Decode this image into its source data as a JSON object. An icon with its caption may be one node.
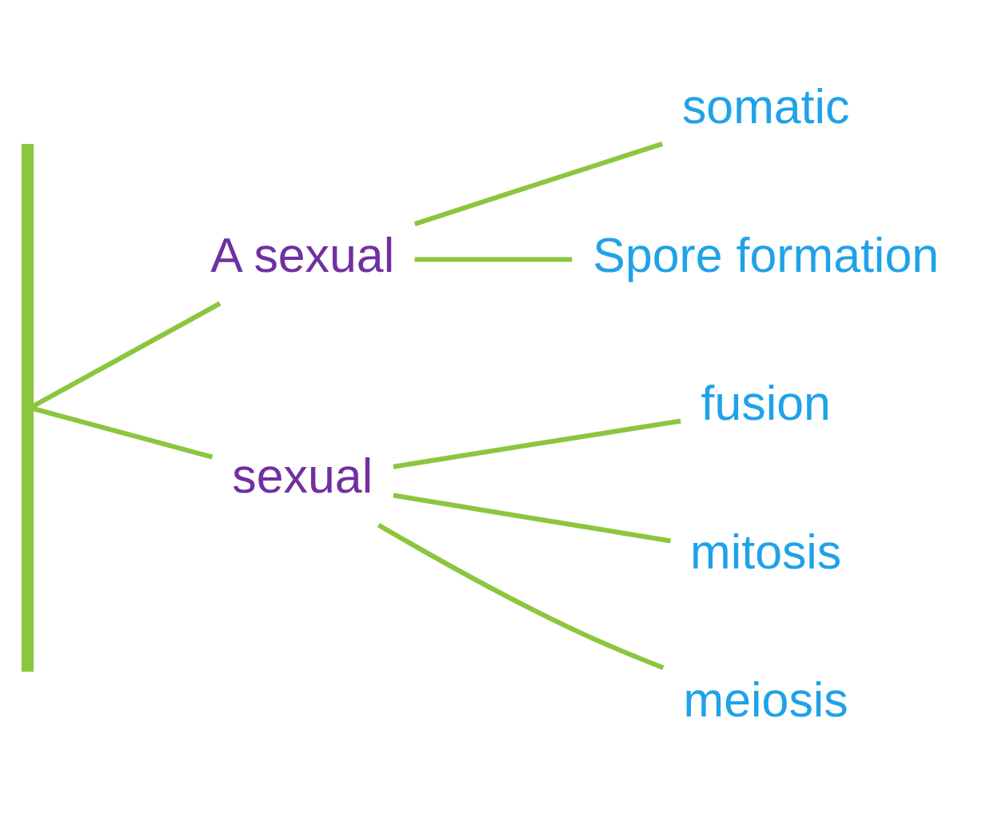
{
  "diagram": {
    "nodes": [
      {
        "text": [],
        "shape": "bar"
      },
      {
        "text": [
          "A sexual"
        ]
      },
      {
        "text": [
          "sexual"
        ]
      },
      {
        "text": [
          "somatic"
        ]
      },
      {
        "text": [
          "Spore formation"
        ]
      },
      {
        "text": [
          "fusion"
        ]
      },
      {
        "text": [
          "mitosis"
        ]
      },
      {
        "text": [
          "meiosis"
        ]
      }
    ],
    "edges": [
      {
        "from": 0,
        "to": 1,
        "arrow": "none"
      },
      {
        "from": 0,
        "to": 2,
        "arrow": "none"
      },
      {
        "from": 1,
        "to": 3,
        "arrow": "none"
      },
      {
        "from": 1,
        "to": 4,
        "arrow": "none"
      },
      {
        "from": 2,
        "to": 5,
        "arrow": "none"
      },
      {
        "from": 2,
        "to": 6,
        "arrow": "none"
      },
      {
        "from": 2,
        "to": 7,
        "arrow": "none"
      }
    ]
  }
}
